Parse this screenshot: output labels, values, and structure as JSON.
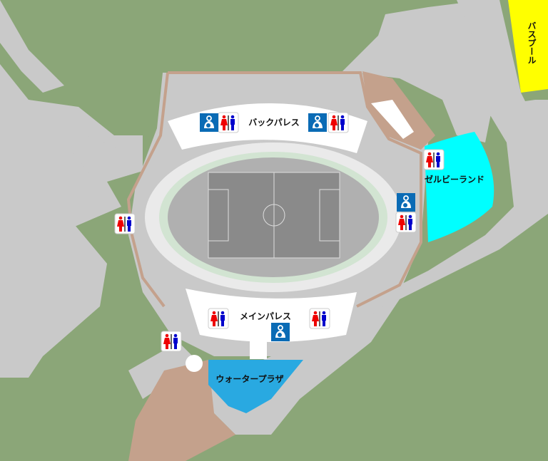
{
  "labels": {
    "back_stand": "バックパレス",
    "main_stand": "メインパレス",
    "zelbi_land": "ゼルビーランド",
    "water_plaza": "ウォータープラザ",
    "bus_pool": "バスプール"
  },
  "icons": {
    "restroom": "restroom-icon",
    "nursing_room": "nursing-room-icon"
  },
  "colors": {
    "grass": "#8ba678",
    "road": "#c9c9c9",
    "dirt": "#c4a18c",
    "zelbi_land": "#00ffff",
    "water_plaza": "#29a9e1",
    "bus_pool": "#ffff00",
    "icon_blue": "#0a6bb5"
  }
}
